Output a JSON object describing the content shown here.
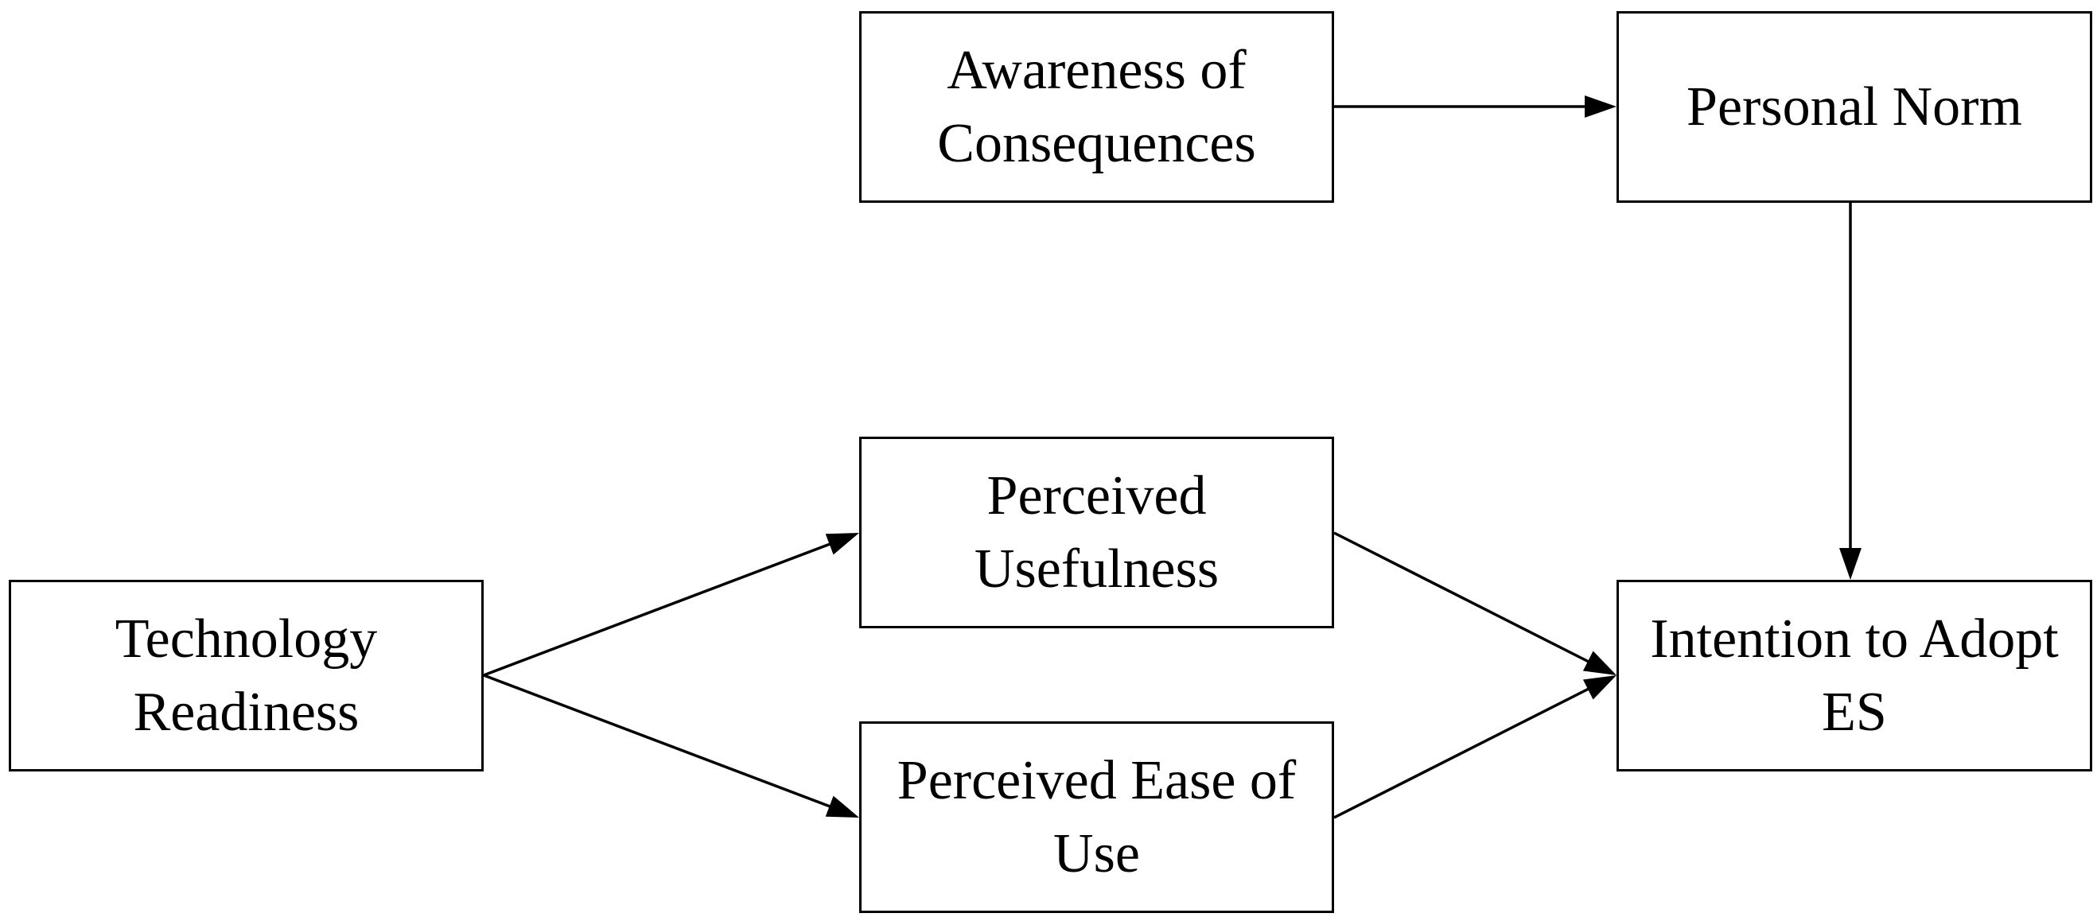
{
  "diagram": {
    "nodes": {
      "awareness_of_consequences": "Awareness of\nConsequences",
      "personal_norm": "Personal Norm",
      "perceived_usefulness": "Perceived\nUsefulness",
      "technology_readiness": "Technology\nReadiness",
      "intention_to_adopt": "Intention to Adopt\nES",
      "perceived_ease_of_use": "Perceived Ease of\nUse"
    },
    "edges": [
      {
        "from": "awareness_of_consequences",
        "to": "personal_norm"
      },
      {
        "from": "personal_norm",
        "to": "intention_to_adopt"
      },
      {
        "from": "technology_readiness",
        "to": "perceived_usefulness"
      },
      {
        "from": "technology_readiness",
        "to": "perceived_ease_of_use"
      },
      {
        "from": "perceived_usefulness",
        "to": "intention_to_adopt"
      },
      {
        "from": "perceived_ease_of_use",
        "to": "intention_to_adopt"
      }
    ]
  }
}
